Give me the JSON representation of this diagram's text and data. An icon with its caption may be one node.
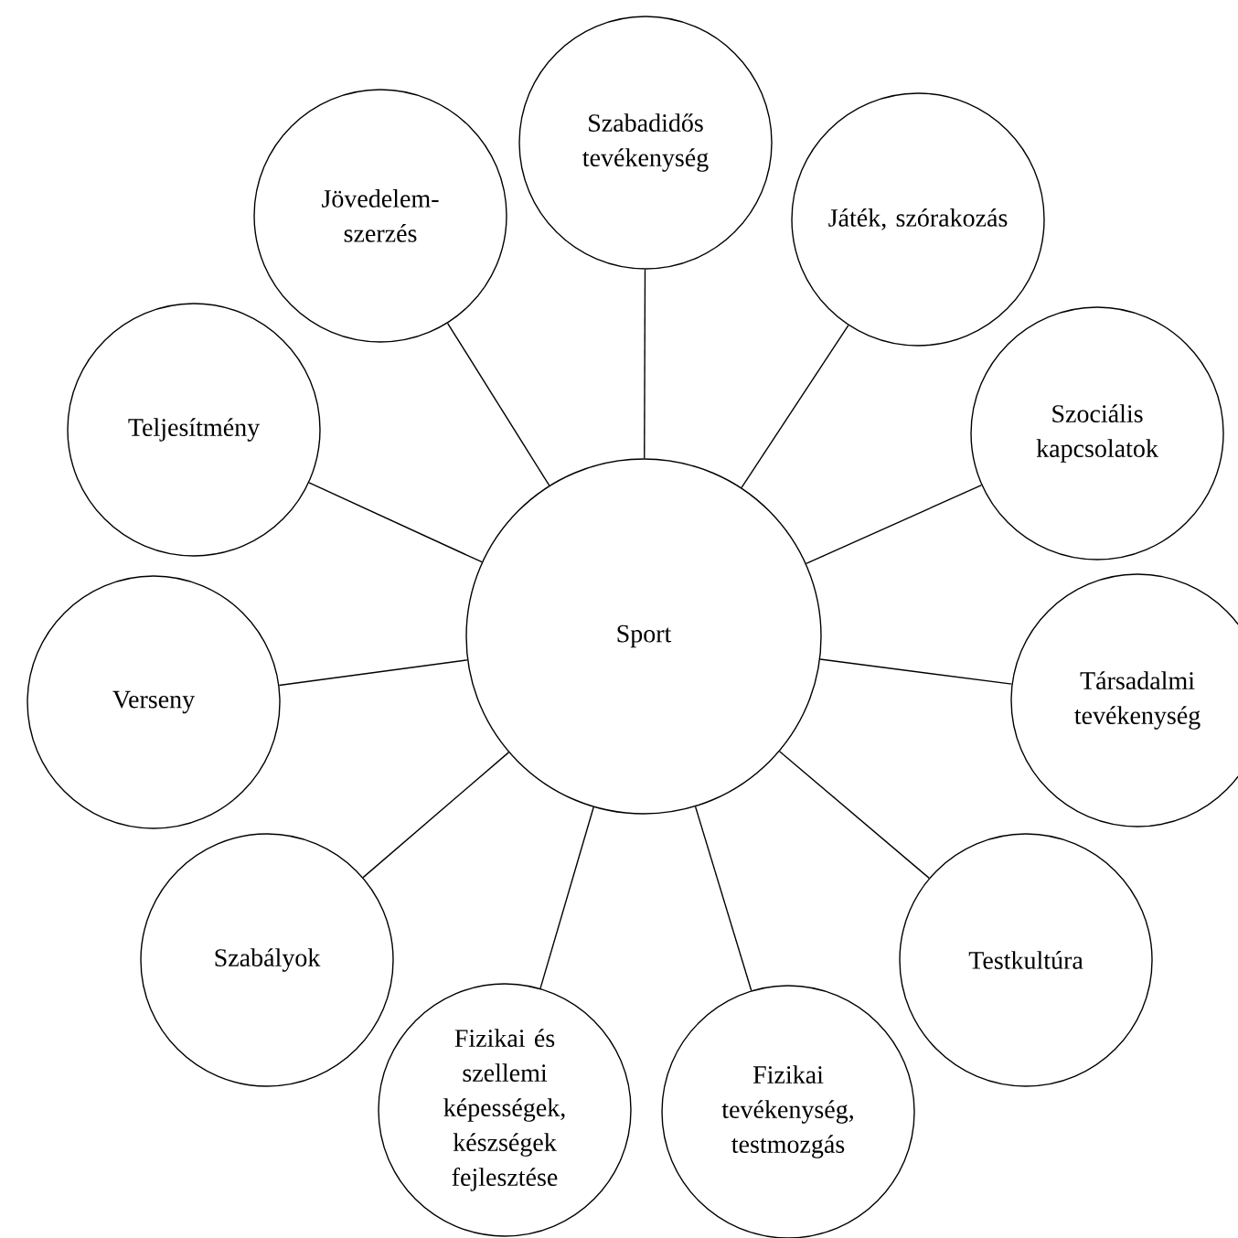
{
  "diagram": {
    "nodes": [
      {
        "text": [
          "Szabadidős tevékenység"
        ]
      },
      {
        "text": [
          "Jövedelem-szerzés"
        ]
      },
      {
        "text": [
          "Játék, szórakozás"
        ]
      },
      {
        "text": [
          "Teljesítmény"
        ]
      },
      {
        "text": [
          "Szociális kapcsolatok"
        ]
      },
      {
        "text": [
          "Sport"
        ]
      },
      {
        "text": [
          "Verseny"
        ]
      },
      {
        "text": [
          "Társadalmi tevékenység"
        ]
      },
      {
        "text": [
          "Szabályok"
        ]
      },
      {
        "text": [
          "Testkultúra"
        ]
      },
      {
        "text": [
          "Fizikai és szellemi képességek, készségek fejlesztése"
        ]
      },
      {
        "text": [
          "Fizikai tevékenység, testmozgás"
        ]
      }
    ],
    "edges": [
      {
        "from": 5,
        "to": 0,
        "arrow": "none"
      },
      {
        "from": 5,
        "to": 1,
        "arrow": "none"
      },
      {
        "from": 5,
        "to": 2,
        "arrow": "none"
      },
      {
        "from": 5,
        "to": 3,
        "arrow": "none"
      },
      {
        "from": 5,
        "to": 4,
        "arrow": "none"
      },
      {
        "from": 5,
        "to": 6,
        "arrow": "none"
      },
      {
        "from": 5,
        "to": 7,
        "arrow": "none"
      },
      {
        "from": 5,
        "to": 8,
        "arrow": "none"
      },
      {
        "from": 5,
        "to": 9,
        "arrow": "none"
      },
      {
        "from": 5,
        "to": 10,
        "arrow": "none"
      },
      {
        "from": 5,
        "to": 11,
        "arrow": "none"
      }
    ]
  }
}
